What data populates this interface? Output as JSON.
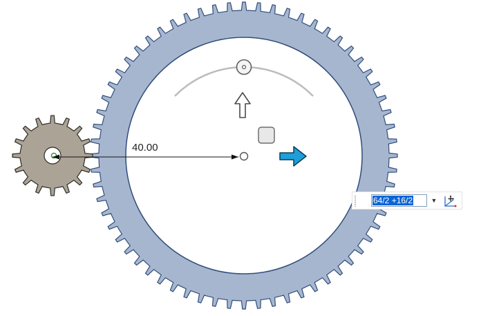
{
  "sketch": {
    "dimension_value": "40.00",
    "large_gear": {
      "teeth": 64,
      "fill_color": "#a7b6cf",
      "outline_color": "#2f4d7a"
    },
    "small_gear": {
      "teeth": 16,
      "fill_color": "#aba396",
      "outline_color": "#2d2a25"
    },
    "move_arrow_color": "#1f9ed8"
  },
  "expression_input": {
    "value": "64/2 +16/2",
    "dropdown_icon": "chevron-down-icon",
    "coordinate_icon": "coordinate-system-icon"
  }
}
